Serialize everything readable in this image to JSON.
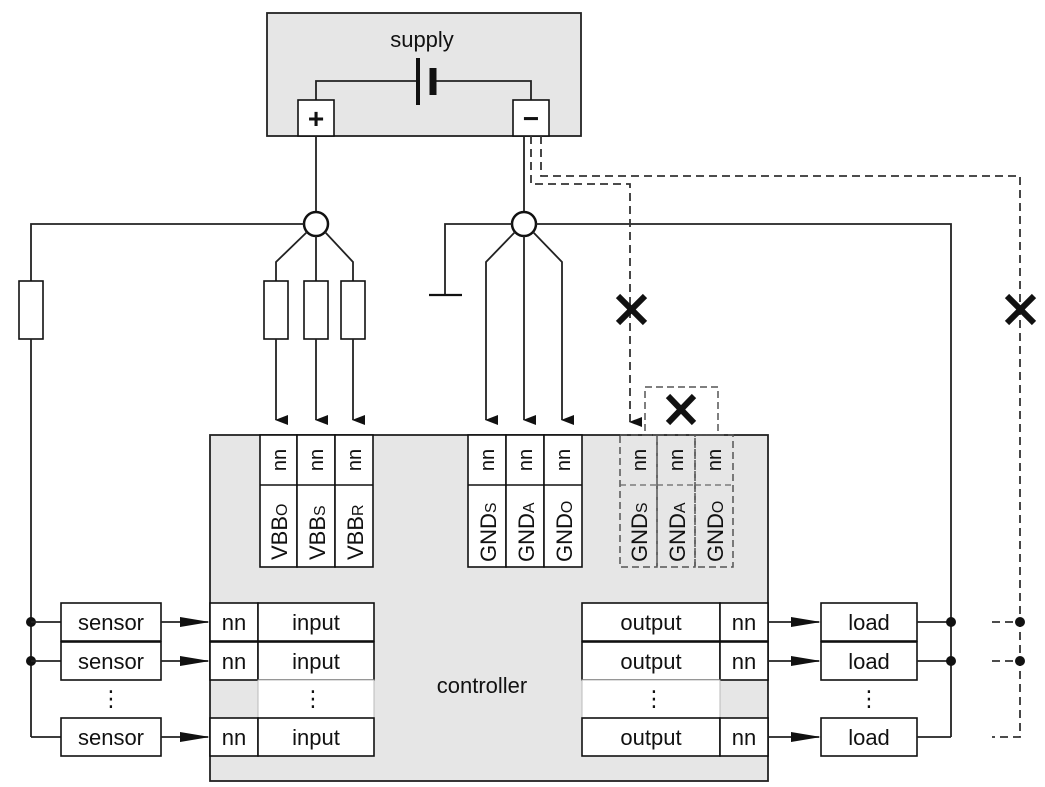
{
  "supply": {
    "title": "supply",
    "plus": "+",
    "minus": "−"
  },
  "controller": {
    "label": "controller"
  },
  "pins": {
    "vbb": [
      {
        "nn": "nn",
        "base": "VBB",
        "sub": "O"
      },
      {
        "nn": "nn",
        "base": "VBB",
        "sub": "S"
      },
      {
        "nn": "nn",
        "base": "VBB",
        "sub": "R"
      }
    ],
    "gnd": [
      {
        "nn": "nn",
        "base": "GND",
        "sub": "S"
      },
      {
        "nn": "nn",
        "base": "GND",
        "sub": "A"
      },
      {
        "nn": "nn",
        "base": "GND",
        "sub": "O"
      }
    ],
    "gnd_wrong": [
      {
        "nn": "nn",
        "base": "GND",
        "sub": "S"
      },
      {
        "nn": "nn",
        "base": "GND",
        "sub": "A"
      },
      {
        "nn": "nn",
        "base": "GND",
        "sub": "O"
      }
    ]
  },
  "rows": [
    {
      "sensor": "sensor",
      "in_nn": "nn",
      "input": "input",
      "output": "output",
      "out_nn": "nn",
      "load": "load"
    },
    {
      "sensor": "sensor",
      "in_nn": "nn",
      "input": "input",
      "output": "output",
      "out_nn": "nn",
      "load": "load"
    },
    {
      "sensor": "sensor",
      "in_nn": "nn",
      "input": "input",
      "output": "output",
      "out_nn": "nn",
      "load": "load"
    }
  ],
  "ellipsis": "⋮"
}
